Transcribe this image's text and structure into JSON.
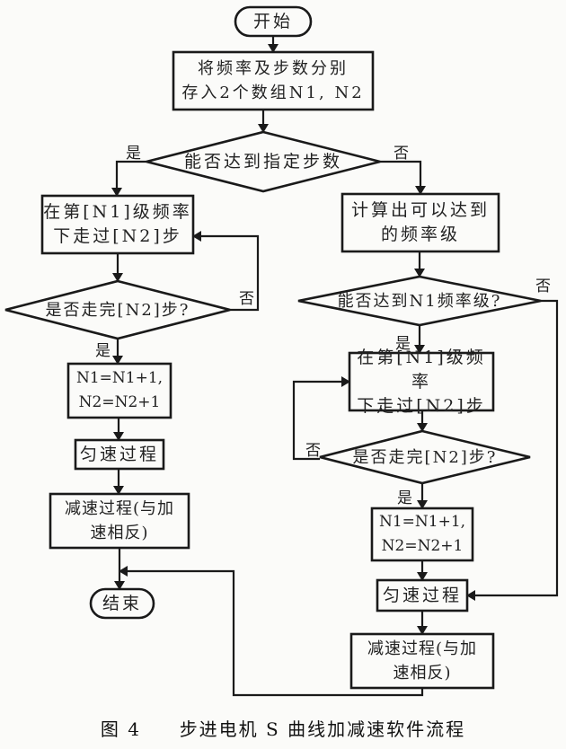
{
  "figure": {
    "caption_number": "图 4",
    "caption_title": "步进电机 S 曲线加减速软件流程"
  },
  "nodes": {
    "start": "开始",
    "store": "将频率及步数分别\n存入2个数组N1, N2",
    "decision_reach": "能否达到指定步数",
    "left_run": "在第[N1]级频率\n下走过[N2]步",
    "left_check": "是否走完[N2]步?",
    "left_inc": "N1=N1+1,\n N2=N2+1",
    "left_const": "匀速过程",
    "left_decel": "减速过程(与加\n速相反)",
    "end": "结束",
    "right_calc": "计算出可以达到\n的频率级",
    "right_check_level": "能否达到N1频率级?",
    "right_run": "在第[N1]级频率\n下走过[N2]步",
    "right_check": "是否走完[N2]步?",
    "right_inc": "N1=N1+1,\n N2=N2+1",
    "right_const": "匀速过程",
    "right_decel": "减速过程(与加\n速相反)"
  },
  "edge_labels": {
    "reach_yes": "是",
    "reach_no": "否",
    "left_check_no": "否",
    "left_check_yes": "是",
    "level_no": "否",
    "level_yes": "是",
    "right_check_no": "否",
    "right_check_yes": "是"
  }
}
